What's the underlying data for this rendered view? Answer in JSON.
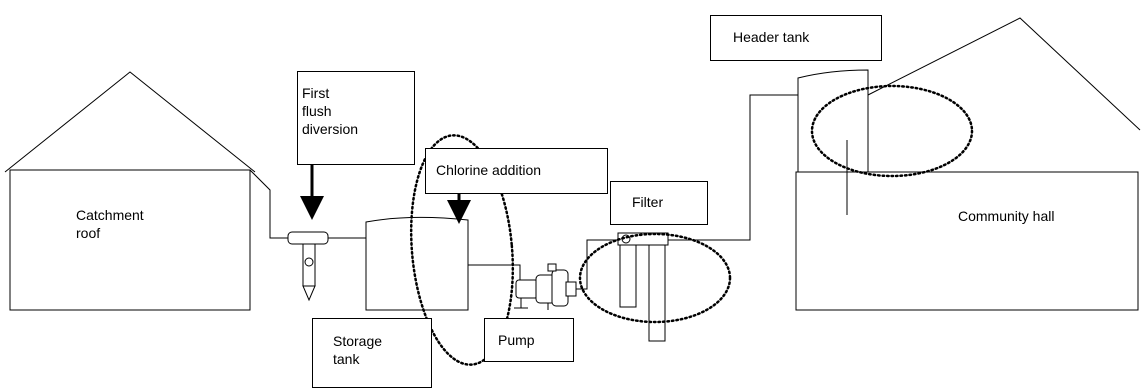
{
  "diagram": {
    "labels": {
      "catchment_roof": "Catchment\nroof",
      "first_flush": "First\nflush\ndiversion",
      "chlorine": "Chlorine addition",
      "filter": "Filter",
      "header_tank": "Header tank",
      "community_hall": "Community hall",
      "storage_tank": "Storage\ntank",
      "pump": "Pump"
    },
    "colors": {
      "stroke": "#000000",
      "background": "#ffffff"
    }
  }
}
